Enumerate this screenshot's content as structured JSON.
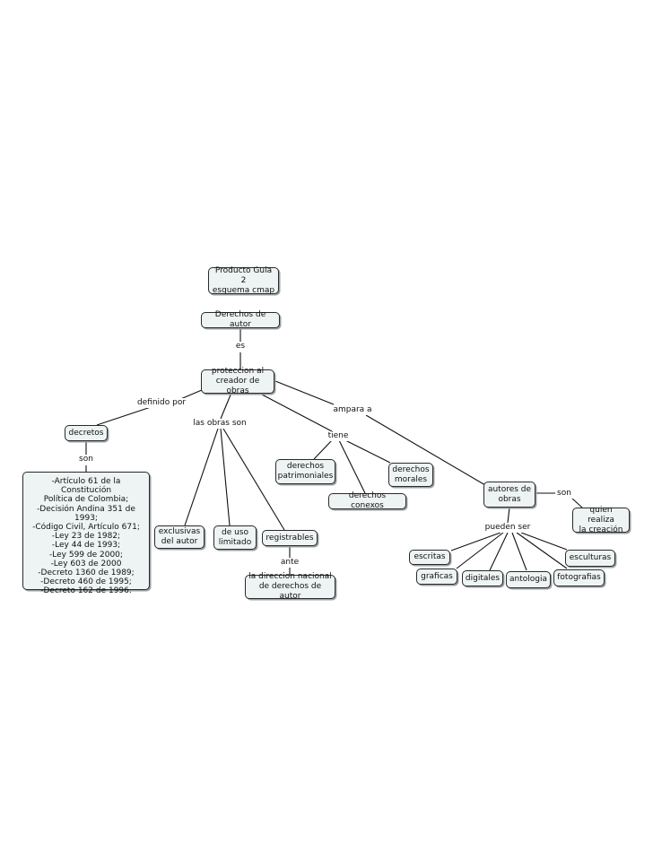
{
  "nodes": {
    "title": "Producto Guia 2\nesquema cmap",
    "derechos_autor": "Derechos de autor",
    "proteccion": "proteccion al\ncreador de obras",
    "decretos": "decretos",
    "leyes": "-Artículo 61 de la Constitución\nPolítica de Colombia;\n-Decisión Andina 351 de 1993;\n-Código Civil, Artículo 671;\n-Ley 23 de 1982;\n-Ley 44 de 1993;\n-Ley 599 de 2000;\n-Ley 603 de 2000\n-Decreto 1360 de 1989;\n-Decreto 460 de 1995;\n-Decreto 162 de 1996.",
    "exclusivas": "exclusivas\ndel autor",
    "uso_limitado": "de uso\nlimitado",
    "registrables": "registrables",
    "direccion": "la direccion nacional\nde derechos de autor",
    "patrimoniales": "derechos\npatrimoniales",
    "conexos": "derechos conexos",
    "morales": "derechos\nmorales",
    "autores": "autores de\nobras",
    "quien": "quien realiza\nla creación",
    "escritas": "escritas",
    "graficas": "graficas",
    "digitales": "digitales",
    "antologia": "antologia",
    "fotografias": "fotografias",
    "esculturas": "esculturas"
  },
  "links": {
    "es": "es",
    "definido_por": "definido por",
    "son_decretos": "son",
    "obras_son": "las obras son",
    "tiene": "tiene",
    "ampara_a": "ampara a",
    "ante": "ante",
    "son_autores": "son",
    "pueden_ser": "pueden ser"
  }
}
